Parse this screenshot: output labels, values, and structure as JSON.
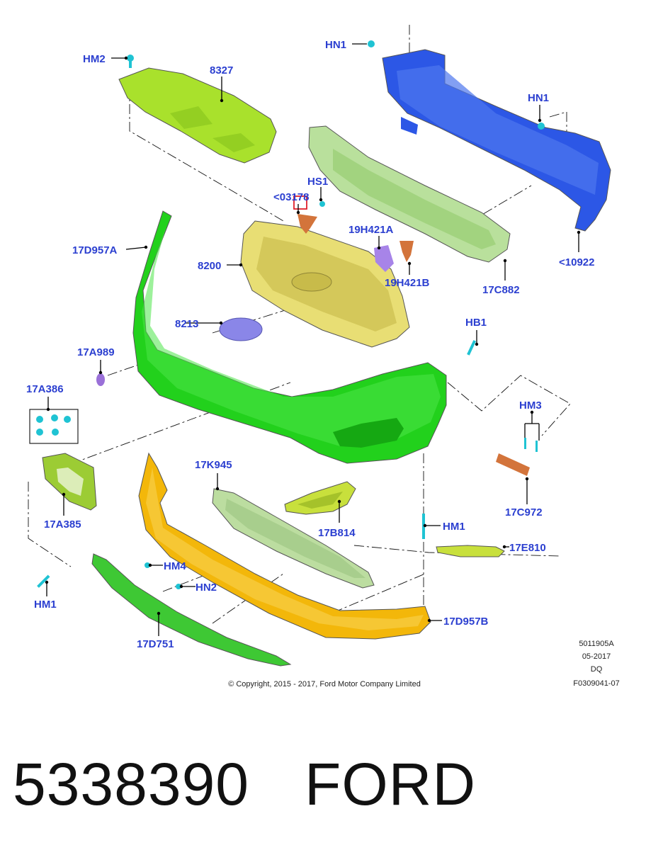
{
  "diagram": {
    "labels": {
      "hm2": "HM2",
      "p8327": "8327",
      "hn1_top": "HN1",
      "hn1_mid": "HN1",
      "hs1": "HS1",
      "ref03178": "<03178",
      "p19h421a": "19H421A",
      "p19h421b": "19H421B",
      "p17d957a": "17D957A",
      "p8200": "8200",
      "p17c882": "17C882",
      "ref10922": "<10922",
      "p8213": "8213",
      "hb1": "HB1",
      "p17a989": "17A989",
      "p17a386": "17A386",
      "hm3": "HM3",
      "p17k945": "17K945",
      "p17c972": "17C972",
      "p17a385": "17A385",
      "p17b814": "17B814",
      "hm1_right": "HM1",
      "p17e810": "17E810",
      "hm4": "HM4",
      "hn2": "HN2",
      "hm1_left": "HM1",
      "p17d957b": "17D957B",
      "p17d751": "17D751"
    },
    "meta": {
      "code": "5011905A",
      "date": "05-2017",
      "tag": "DQ",
      "ref": "F0309041-07"
    },
    "copyright": "© Copyright, 2015 - 2017, Ford Motor Company Limited"
  },
  "footer": {
    "part_number": "5338390",
    "brand": "FORD"
  },
  "colors": {
    "label": "#2b3fd0",
    "green": "#22d11c",
    "lime": "#a4e02a",
    "blue": "#2450e0",
    "yellow_grille": "#e9e06e",
    "orange": "#f2b400",
    "pale_green": "#b7dc9a",
    "purple": "#9068d8",
    "cyan": "#1fc3d3",
    "copper": "#d3743b"
  }
}
